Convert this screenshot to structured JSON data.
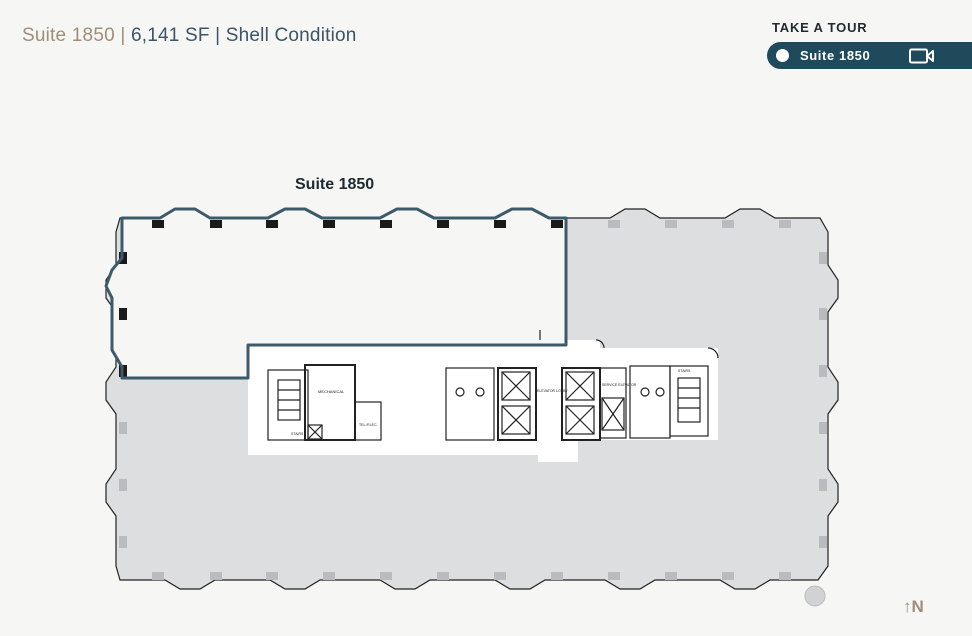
{
  "header": {
    "suite": "Suite 1850",
    "separator": " | ",
    "details": "6,141 SF | Shell Condition"
  },
  "tour": {
    "label": "TAKE A TOUR",
    "button_label": "Suite 1850",
    "icon": "video-camera-icon"
  },
  "plan": {
    "suite_label": "Suite 1850",
    "rooms": {
      "mechanical": "MECHANICAL",
      "tel_elec": "TEL./ELEC.",
      "stairs_west": "STAIRS",
      "elevator_lobby": "ELEVATOR LOBBY",
      "service_elevator": "SERVICE ELEVATOR",
      "stairs_east": "STAIRS"
    },
    "colors": {
      "suite_outline": "#3d5a6b",
      "common_area": "#dcdedf",
      "core": "#ffffff",
      "wall": "#222222"
    }
  },
  "compass": {
    "arrow": "↑",
    "label": "N"
  }
}
